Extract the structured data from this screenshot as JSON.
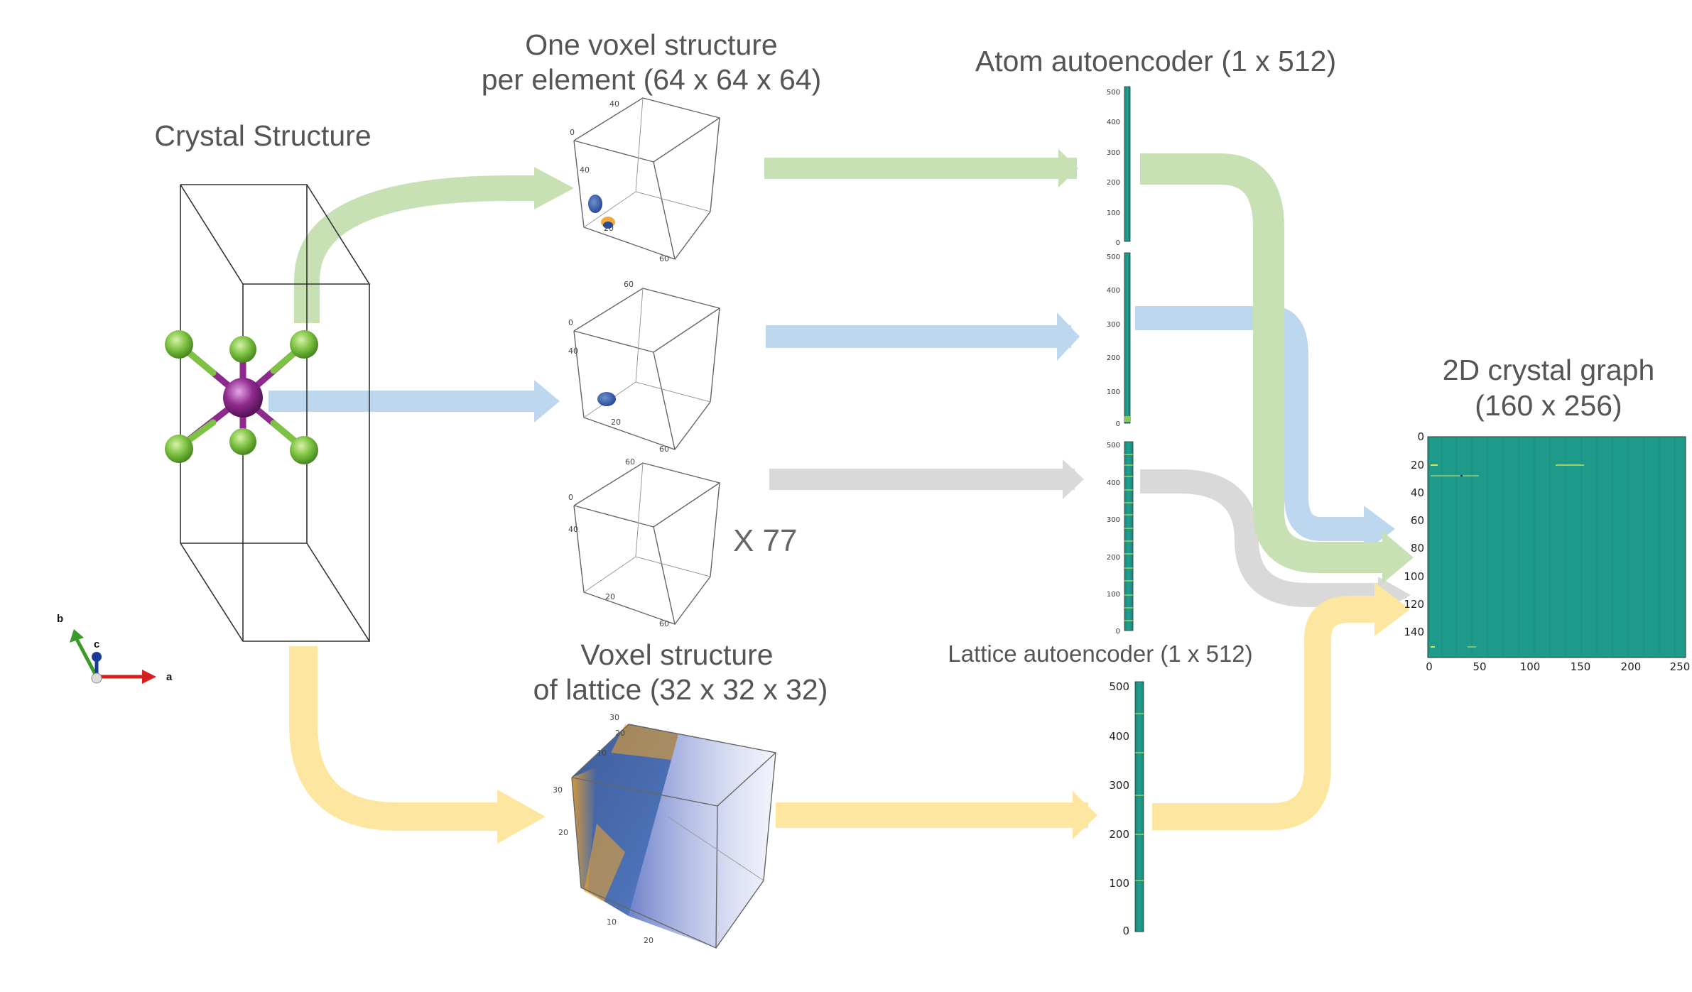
{
  "titles": {
    "crystal": "Crystal Structure",
    "voxel_line1": "One voxel structure",
    "voxel_line2": "per element (64 x 64 x 64)",
    "atom_ae": "Atom autoencoder (1 x 512)",
    "lattice_voxel_line1": "Voxel structure",
    "lattice_voxel_line2": "of lattice (32 x 32 x 32)",
    "lattice_ae": "Lattice autoencoder (1 x 512)",
    "graph_line1": "2D crystal graph",
    "graph_line2": "(160 x 256)",
    "multiplier": "X 77"
  },
  "axes_labels": {
    "a": "a",
    "b": "b",
    "c": "c"
  },
  "atom_bar_ticks": [
    "500",
    "400",
    "300",
    "200",
    "100",
    "0"
  ],
  "lattice_bar_ticks": [
    "500",
    "400",
    "300",
    "200",
    "100",
    "0"
  ],
  "heatmap": {
    "y_ticks": [
      "0",
      "20",
      "40",
      "60",
      "80",
      "100",
      "120",
      "140"
    ],
    "x_ticks": [
      "0",
      "50",
      "100",
      "150",
      "200",
      "250"
    ]
  },
  "lattice_cube_ticks": [
    "30",
    "20",
    "10",
    "30",
    "20",
    "10",
    "20"
  ],
  "colors": {
    "green_arrow": "#c7e1b5",
    "blue_arrow": "#bcd7ee",
    "gray_arrow": "#d9d9d9",
    "yellow_arrow": "#fde6a0",
    "heat_teal": "#1e9a8a",
    "atom_green": "#7dc242",
    "atom_purple": "#8e2a8e",
    "axis_red": "#d42020",
    "axis_green": "#3a9a2a",
    "axis_blue": "#1a3a9a"
  }
}
